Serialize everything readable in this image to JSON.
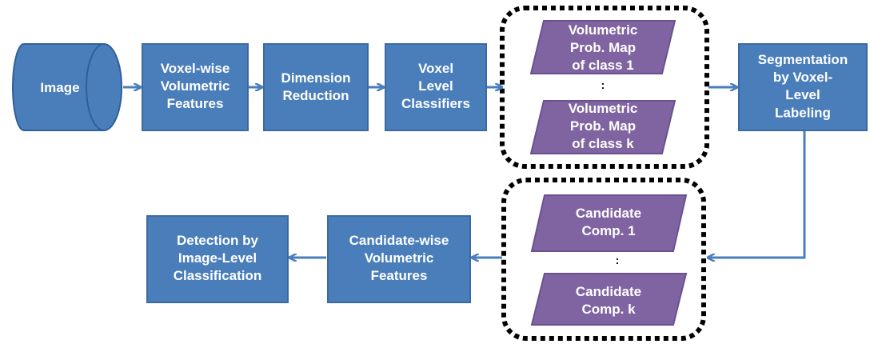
{
  "nodes": {
    "image": {
      "lines": [
        "Image"
      ]
    },
    "voxel_features": {
      "lines": [
        "Voxel-wise",
        "Volumetric",
        "Features"
      ]
    },
    "dim_reduction": {
      "lines": [
        "Dimension",
        "Reduction"
      ]
    },
    "voxel_classifiers": {
      "lines": [
        "Voxel",
        "Level",
        "Classifiers"
      ]
    },
    "prob_map_1": {
      "lines": [
        "Volumetric",
        "Prob. Map",
        "of class 1"
      ]
    },
    "prob_map_k": {
      "lines": [
        "Volumetric",
        "Prob. Map",
        "of class k"
      ]
    },
    "prob_ellipsis": {
      "lines": [
        ":"
      ]
    },
    "segmentation": {
      "lines": [
        "Segmentation",
        "by Voxel-",
        "Level",
        "Labeling"
      ]
    },
    "candidate_1": {
      "lines": [
        "Candidate",
        "Comp. 1"
      ]
    },
    "candidate_k": {
      "lines": [
        "Candidate",
        "Comp. k"
      ]
    },
    "candidate_ellipsis": {
      "lines": [
        ":"
      ]
    },
    "candidate_features": {
      "lines": [
        "Candidate-wise",
        "Volumetric",
        "Features"
      ]
    },
    "detection": {
      "lines": [
        "Detection by",
        "Image-Level",
        "Classification"
      ]
    }
  },
  "colors": {
    "process_fill": "#4a7ebb",
    "data_fill": "#8064a2",
    "arrow": "#4a7ebb",
    "group_border": "#000000"
  }
}
